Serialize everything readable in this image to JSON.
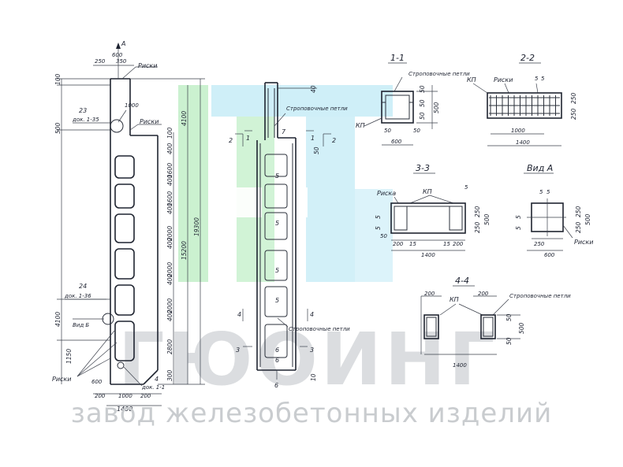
{
  "watermark": {
    "brand": "ГЮОИНГ",
    "subtitle": "завод железобетонных изделий",
    "colors": {
      "green": "#b9ecc0",
      "cyan": "#bfeaf5",
      "text": "#c2c5c8"
    }
  },
  "left_view": {
    "arrow_label": "А",
    "dims_top": [
      "600",
      "250",
      "350"
    ],
    "riski_top": "Риски",
    "riski_mid": "Риски",
    "riski_bottom": "Риски",
    "callout_23": "23",
    "callout_23_doc": "док. 1-35",
    "callout_24": "24",
    "callout_24_doc": "док. 1-36",
    "callout_4": "4",
    "callout_4_doc": "док. 1-1",
    "vid_label": "Вид Б",
    "dim_1000_top": "1000",
    "dims_left": [
      "100",
      "500",
      "4100",
      "1150"
    ],
    "dim_right_small": [
      "100",
      "300"
    ],
    "dims_right": [
      "400",
      "1600",
      "400",
      "1600",
      "400",
      "2000",
      "400",
      "2000",
      "400",
      "2000",
      "400",
      "2800",
      "300"
    ],
    "dims_overall": [
      "4100",
      "15200",
      "19300"
    ],
    "dims_bottom": [
      "600",
      "200",
      "1000",
      "200",
      "1400"
    ],
    "dim_1150": "1150"
  },
  "mid_view": {
    "loops_top": "Строповочные петли",
    "loops_bottom": "Строповочные петли",
    "dim_40": "40",
    "dim_50": "50",
    "dim_10": "10",
    "cuts": [
      "2",
      "1",
      "1",
      "2",
      "7",
      "4",
      "4",
      "3",
      "3"
    ],
    "cell_labels": [
      "5",
      "5",
      "5",
      "5",
      "6",
      "6"
    ],
    "bottom_label": "6"
  },
  "section_1_1": {
    "title": "1-1",
    "loops": "Строповочные петли",
    "kp": "КП",
    "dims": [
      "50",
      "50",
      "500",
      "50",
      "50",
      "50",
      "600"
    ]
  },
  "section_2_2": {
    "title": "2-2",
    "kp": "КП",
    "riski": "Риски",
    "dims": [
      "5",
      "5",
      "250",
      "250",
      "1000",
      "1400"
    ]
  },
  "section_3_3": {
    "title": "3-3",
    "riska": "Риска",
    "kp": "КП",
    "dims": [
      "5",
      "5",
      "5",
      "50",
      "250",
      "250",
      "500",
      "200",
      "15",
      "15",
      "200",
      "1400"
    ]
  },
  "view_a": {
    "title": "Вид А",
    "riski": "Риски",
    "dims": [
      "5",
      "5",
      "5",
      "5",
      "250",
      "250",
      "500",
      "250",
      "600"
    ]
  },
  "section_4_4": {
    "title": "4-4",
    "loops": "Строповочные петли",
    "kp": "КП",
    "dims": [
      "200",
      "200",
      "50",
      "500",
      "50",
      "1400"
    ]
  }
}
